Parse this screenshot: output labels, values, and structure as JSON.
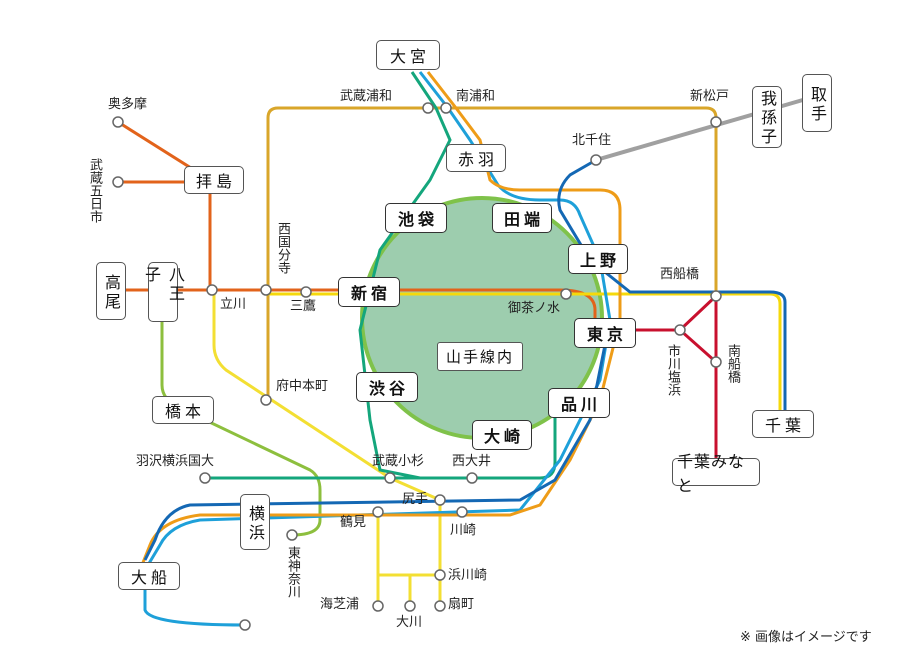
{
  "colors": {
    "yamanote_fill": "#9dcdae",
    "yamanote_ring": "#7fc24a",
    "chuo_rapid": "#e2631b",
    "chuo_sobu": "#f5d90b",
    "musashino": "#e9950b",
    "keihin_tohoku": "#1ea0d9",
    "saikyo": "#14a67c",
    "jobanline": "#9a9a9a",
    "sobu_rapid": "#1468b4",
    "keiyo": "#c8102e",
    "yokohama": "#8dbf3e",
    "nambu": "#f3df33",
    "shonan_shinjuku": "#ee7a1d",
    "takasaki": "#f5a31b",
    "tokaido": "#f39800"
  },
  "area_label": "山手線内",
  "stations_boxed": {
    "omiya": "大宮",
    "akabane": "赤羽",
    "ikebukuro": "池袋",
    "tabata": "田端",
    "ueno": "上野",
    "shinjuku": "新宿",
    "tokyo": "東京",
    "shibuya": "渋谷",
    "shinagawa": "品川",
    "osaki": "大崎",
    "haijima": "拝島",
    "takao": "高尾",
    "hachioji": "八王子",
    "hashimoto": "橋本",
    "yokohama": "横浜",
    "ofuna": "大船",
    "abiko": "我孫子",
    "toride": "取手",
    "chiba": "千葉",
    "chibaminato": "千葉みなと"
  },
  "stations": {
    "okutama": "奥多摩",
    "musashiitsukaichi": "武蔵五日市",
    "tachikawa": "立川",
    "nishikokubunji": "西国分寺",
    "mitaka": "三鷹",
    "fuchuhommachi": "府中本町",
    "musashiurawa": "武蔵浦和",
    "minamiurawa": "南浦和",
    "shinmatsudo": "新松戸",
    "kitasenju": "北千住",
    "nishifunabashi": "西船橋",
    "ochanomizu": "御茶ノ水",
    "ichikawashiohama": "市川塩浜",
    "minamifunabashi": "南船橋",
    "hamurayokohamakokudai": "羽沢横浜国大",
    "musashikosugi": "武蔵小杉",
    "nishioi": "西大井",
    "shiriteu": "尻手",
    "tsurumi": "鶴見",
    "kawasaki": "川崎",
    "higashikanagawa": "東神奈川",
    "hamakawasaki": "浜川崎",
    "umishibaura": "海芝浦",
    "okawa": "大川",
    "ogimachi": "扇町"
  },
  "note": "※ 画像はイメージです"
}
